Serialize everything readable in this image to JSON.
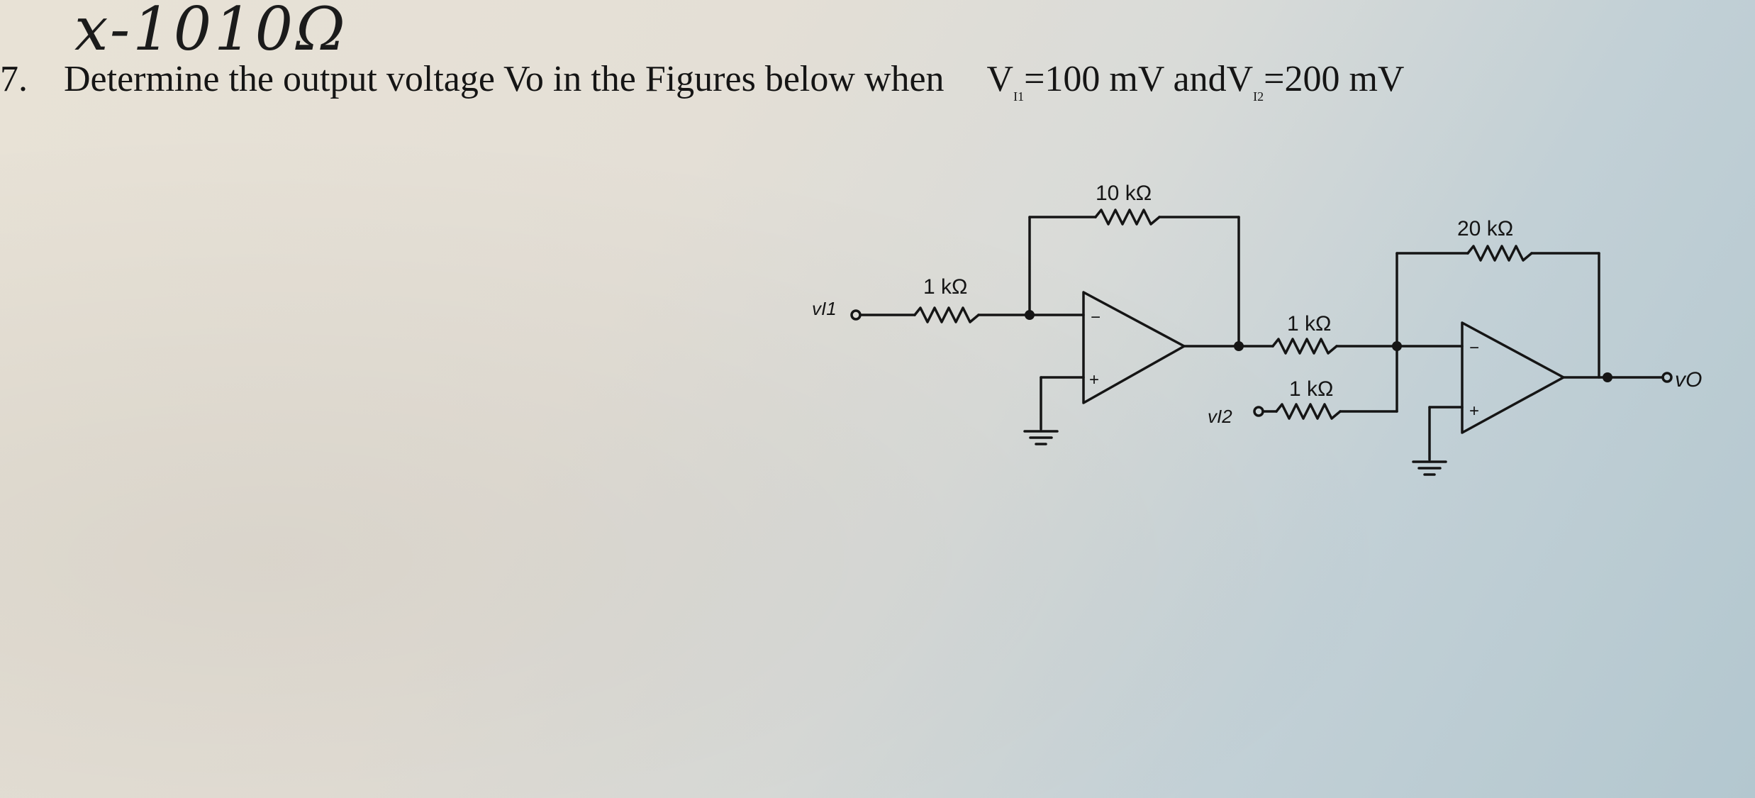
{
  "annotation": {
    "handwritten": "x-1010Ω"
  },
  "question": {
    "number": "7.",
    "text": "Determine the output voltage Vo in the Figures below when",
    "v1": "V",
    "v1_sub": "I1",
    "v1_eq": "=100 mV",
    "and": "and",
    "v2": "V",
    "v2_sub": "I2",
    "v2_eq": "=200 mV"
  },
  "circuit": {
    "r_feedback1": "10 kΩ",
    "r_in1": "1 kΩ",
    "r_in2a": "1 kΩ",
    "r_in2b": "1 kΩ",
    "r_feedback2": "20 kΩ",
    "input1": "vI1",
    "input2": "vI2",
    "output": "vO",
    "minus": "−",
    "plus": "+"
  },
  "colors": {
    "ink": "#151515"
  }
}
